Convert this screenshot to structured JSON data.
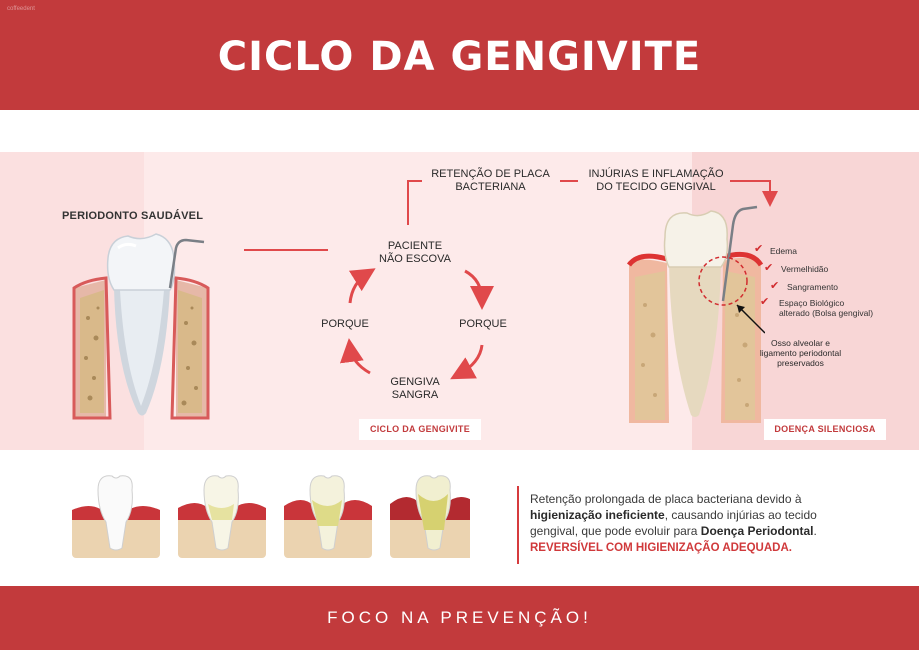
{
  "header": {
    "title": "CICLO DA GENGIVITE",
    "watermark": "coffeedent"
  },
  "left_panel": {
    "title": "PERIODONTO SAUDÁVEL"
  },
  "cycle": {
    "top_left": [
      "RETENÇÃO DE PLACA",
      "BACTERIANA"
    ],
    "top_right": [
      "INJÚRIAS E INFLAMAÇÃO",
      "DO TECIDO GENGIVAL"
    ],
    "top": [
      "PACIENTE",
      "NÃO ESCOVA"
    ],
    "left": "PORQUE",
    "right": "PORQUE",
    "bottom": [
      "GENGIVA",
      "SANGRA"
    ],
    "tag": "CICLO DA GENGIVITE"
  },
  "right_panel": {
    "symptoms": [
      "Edema",
      "Vermelhidão",
      "Sangramento",
      "Espaço Biológico",
      "alterado (Bolsa gengival)"
    ],
    "note": [
      "Osso alveolar e",
      "ligamento periodontal",
      "preservados"
    ],
    "tag": "DOENÇA SILENCIOSA"
  },
  "description": {
    "p1": "Retenção prolongada de placa bacteriana devido à",
    "p2_bold": "higienização ineficiente",
    "p2_rest": ", causando injúrias ao tecido",
    "p3": "gengival, que pode evoluir para ",
    "p3_bold": "Doença Periodontal",
    "p3_end": ".",
    "highlight": "REVERSÍVEL COM HIGIENIZAÇÃO ADEQUADA."
  },
  "footer": {
    "text": "FOCO NA PREVENÇÃO!"
  },
  "colors": {
    "brand_red": "#c23a3c",
    "accent_red": "#e0494b",
    "band_pink": "#fbe0e0"
  }
}
